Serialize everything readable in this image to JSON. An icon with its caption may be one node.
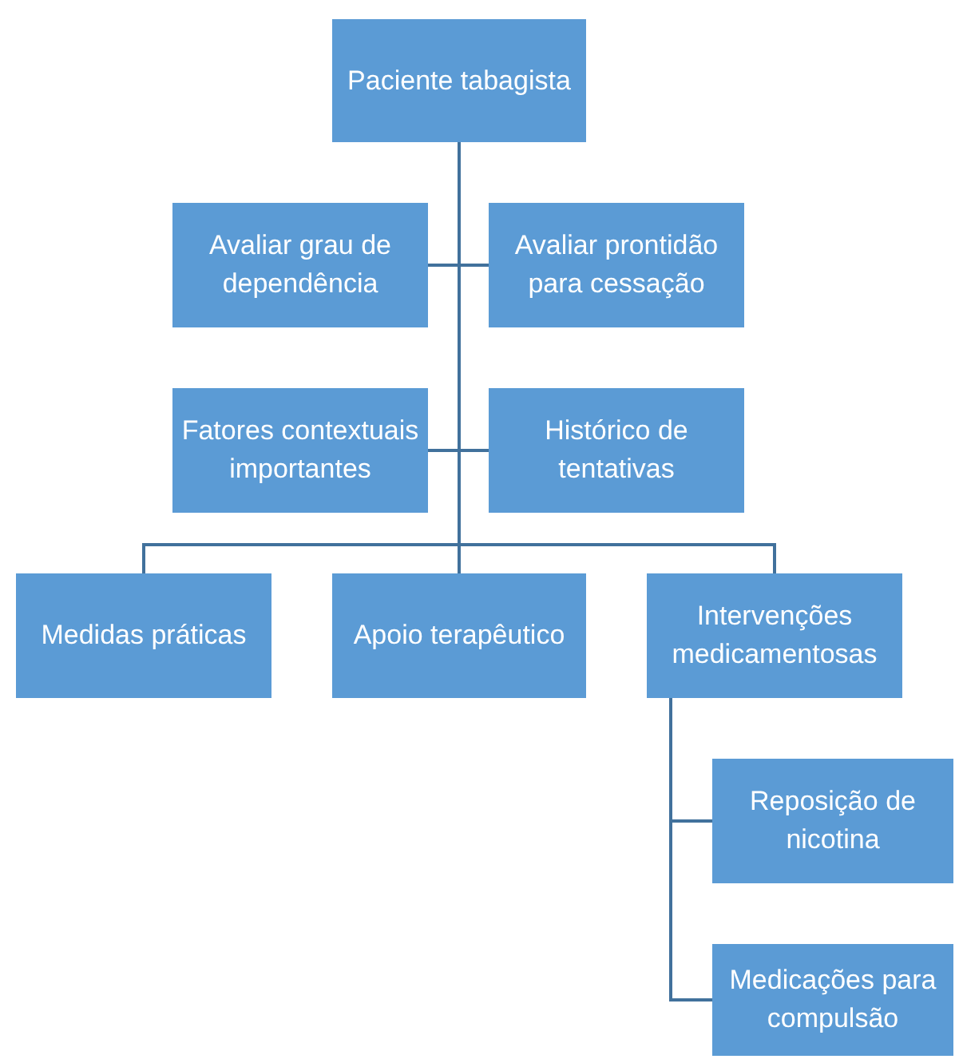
{
  "diagram": {
    "nodes": [
      {
        "text": [
          "Paciente tabagista"
        ]
      },
      {
        "text": [
          "Avaliar grau de dependência"
        ]
      },
      {
        "text": [
          "Avaliar prontidão para cessação"
        ]
      },
      {
        "text": [
          "Fatores contextuais importantes"
        ]
      },
      {
        "text": [
          "Histórico de tentativas"
        ]
      },
      {
        "text": [
          "Medidas práticas"
        ]
      },
      {
        "text": [
          "Apoio terapêutico"
        ]
      },
      {
        "text": [
          "Intervenções medicamentosas"
        ]
      },
      {
        "text": [
          "Reposição de nicotina"
        ]
      },
      {
        "text": [
          "Medicações para compulsão"
        ]
      }
    ],
    "edges": [
      {
        "from": 0,
        "to": 1,
        "arrow": "none"
      },
      {
        "from": 0,
        "to": 2,
        "arrow": "none"
      },
      {
        "from": 0,
        "to": 3,
        "arrow": "none"
      },
      {
        "from": 0,
        "to": 4,
        "arrow": "none"
      },
      {
        "from": 0,
        "to": 5,
        "arrow": "none"
      },
      {
        "from": 0,
        "to": 6,
        "arrow": "none"
      },
      {
        "from": 0,
        "to": 7,
        "arrow": "none"
      },
      {
        "from": 7,
        "to": 8,
        "arrow": "none"
      },
      {
        "from": 7,
        "to": 9,
        "arrow": "none"
      }
    ]
  }
}
